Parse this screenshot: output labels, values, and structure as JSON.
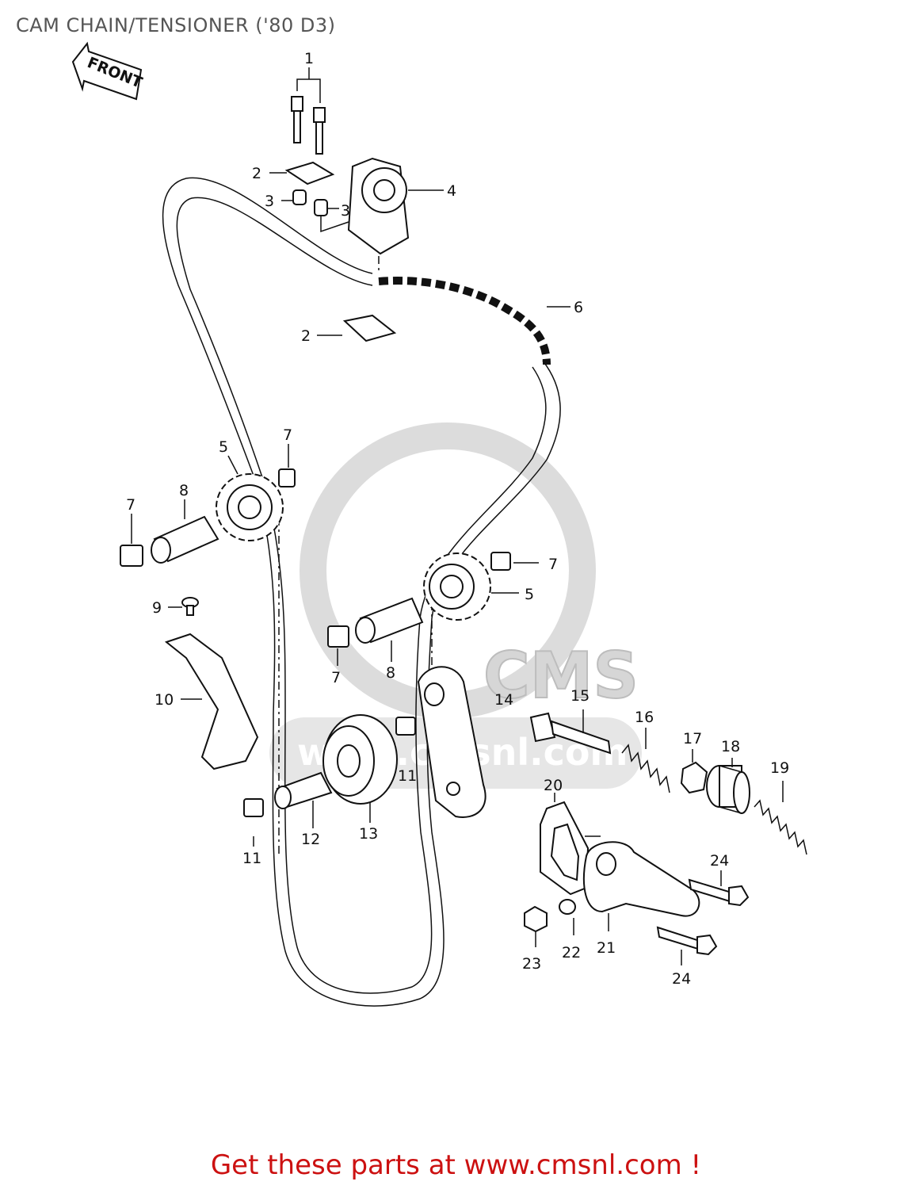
{
  "title": "CAM CHAIN/TENSIONER ('80 D3)",
  "footer": "Get these parts at www.cmsnl.com !",
  "arrow_label": "FRONT",
  "watermark": {
    "logo_text": "CMS",
    "url_text": "www.cmsnl.com"
  },
  "labels": {
    "l1": "1",
    "l2a": "2",
    "l2b": "2",
    "l3a": "3",
    "l3b": "3",
    "l4": "4",
    "l5a": "5",
    "l5b": "5",
    "l6": "6",
    "l7a": "7",
    "l7b": "7",
    "l7c": "7",
    "l7d": "7",
    "l8a": "8",
    "l8b": "8",
    "l9": "9",
    "l10": "10",
    "l11a": "11",
    "l11b": "11",
    "l12": "12",
    "l13": "13",
    "l14": "14",
    "l15": "15",
    "l16": "16",
    "l17": "17",
    "l18": "18",
    "l19": "19",
    "l20": "20",
    "l21": "21",
    "l22": "22",
    "l23": "23",
    "l24a": "24",
    "l24b": "24"
  },
  "colors": {
    "ink": "#111111",
    "title": "#555555",
    "footer": "#cc1111",
    "watermark": "#d4d4d4"
  }
}
